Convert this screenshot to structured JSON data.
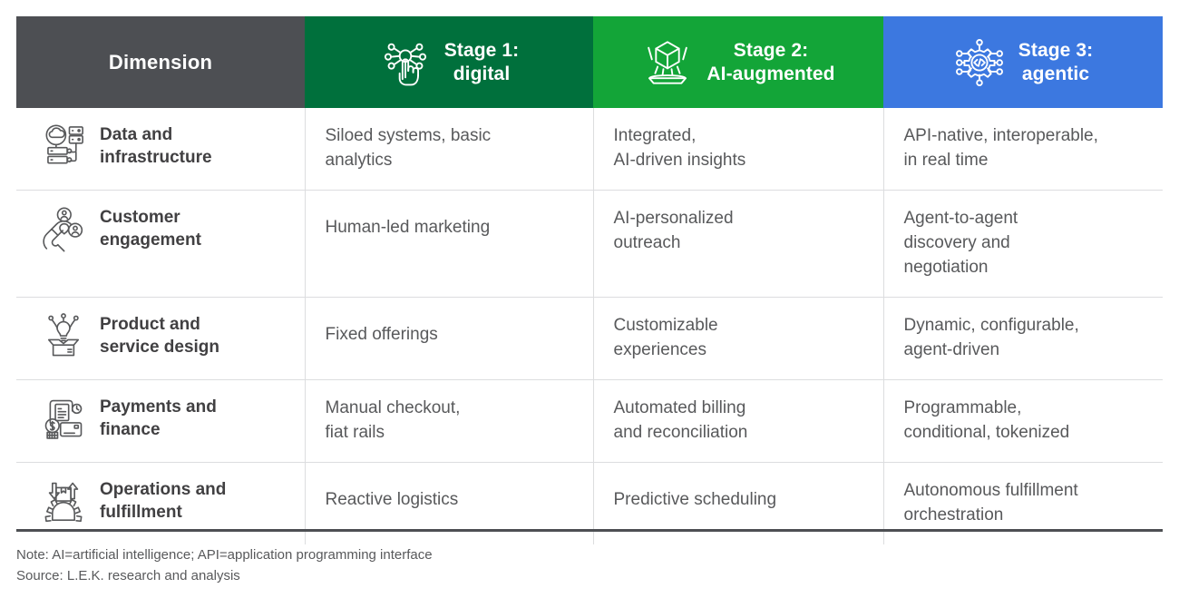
{
  "table": {
    "dimension_header": {
      "label": "Dimension",
      "bg": "#4d4f53"
    },
    "stage_headers": [
      {
        "title": "Stage 1:\ndigital",
        "icon": "hand-touch-network-icon",
        "bg": "#00703c"
      },
      {
        "title": "Stage 2:\nAI-augmented",
        "icon": "hologram-cube-icon",
        "bg": "#13a538"
      },
      {
        "title": "Stage 3:\nagentic",
        "icon": "gear-code-network-icon",
        "bg": "#3c78e0"
      }
    ],
    "rows": [
      {
        "dimension": "Data and\ninfrastructure",
        "icon": "cloud-server-icon",
        "stage1": "Siloed systems, basic\nanalytics",
        "stage2": "Integrated,\nAI-driven insights",
        "stage3": "API-native, interoperable,\nin real time"
      },
      {
        "dimension": "Customer\nengagement",
        "icon": "magnet-customers-icon",
        "stage1": "Human-led marketing",
        "stage2": "AI-personalized\noutreach",
        "stage3": "Agent-to-agent\ndiscovery and\nnegotiation"
      },
      {
        "dimension": "Product and\nservice design",
        "icon": "idea-box-icon",
        "stage1": "Fixed offerings",
        "stage2": "Customizable\nexperiences",
        "stage3": "Dynamic, configurable,\nagent-driven"
      },
      {
        "dimension": "Payments and\nfinance",
        "icon": "payments-wallet-icon",
        "stage1": "Manual checkout,\nfiat rails",
        "stage2": "Automated billing\nand reconciliation",
        "stage3": "Programmable,\nconditional, tokenized"
      },
      {
        "dimension": "Operations and\nfulfillment",
        "icon": "logistics-gear-icon",
        "stage1": "Reactive logistics",
        "stage2": "Predictive scheduling",
        "stage3": "Autonomous fulfillment\norchestration"
      }
    ]
  },
  "footnotes": {
    "note": "Note: AI=artificial intelligence; API=application programming interface",
    "source": "Source: L.E.K. research and analysis"
  },
  "colors": {
    "header_dimension": "#4d4f53",
    "stage1": "#00703c",
    "stage2": "#13a538",
    "stage3": "#3c78e0",
    "body_text": "#58595b",
    "label_text": "#414042",
    "rule": "#dcdddf"
  }
}
